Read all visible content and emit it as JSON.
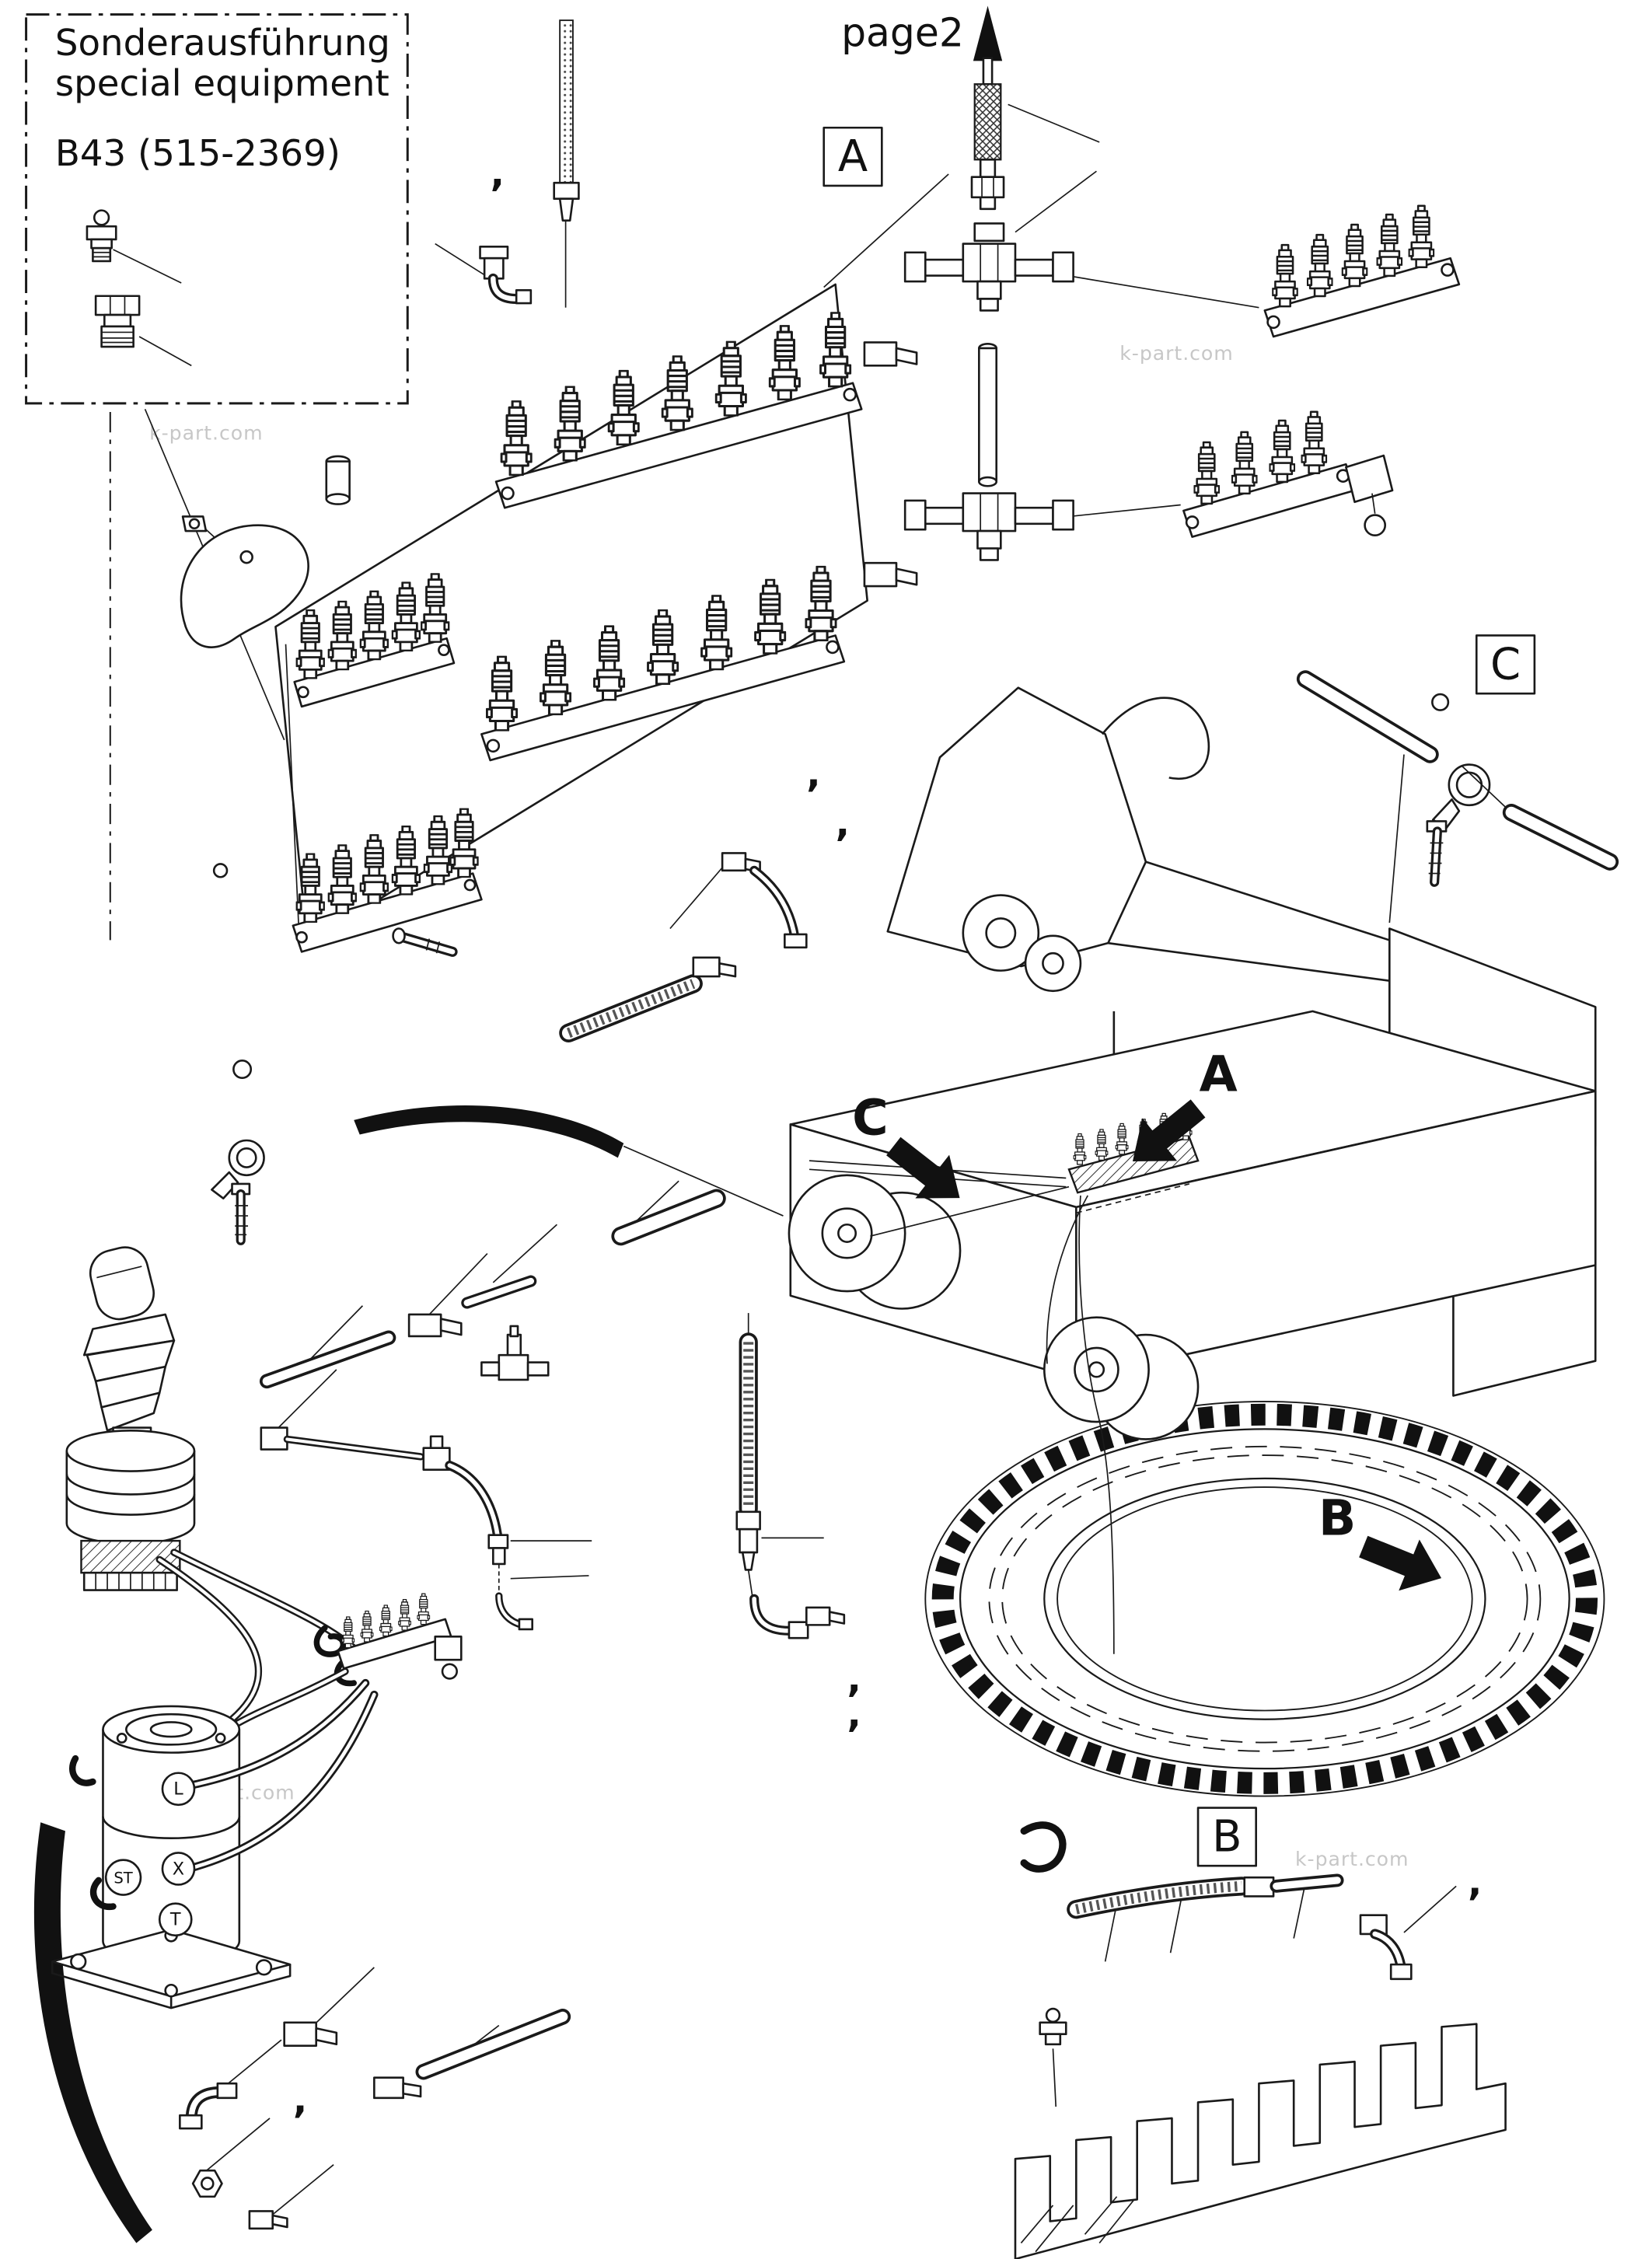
{
  "title_block": {
    "line1": "Sonderausführung",
    "line2": "special equipment",
    "part_code": "B43 (515-2369)"
  },
  "page_reference": "page2",
  "section_markers": {
    "a": "A",
    "b": "B",
    "c": "C"
  },
  "location_arrows": {
    "a": "A",
    "b": "B",
    "c": "C"
  },
  "swivel_ports": {
    "l": "L",
    "st": "ST",
    "x": "X",
    "t": "T"
  },
  "watermark": "k-part.com",
  "punctuation": {
    "comma": ","
  },
  "colors": {
    "line": "#1a1a1a",
    "watermark": "#c7c7c7",
    "paper": "#ffffff",
    "accent_black": "#111111"
  }
}
